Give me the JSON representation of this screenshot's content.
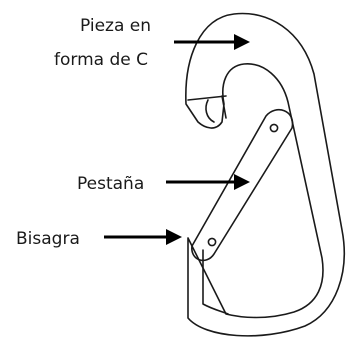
{
  "labels": {
    "c_piece_line1": "Pieza en",
    "c_piece_line2": "forma de C",
    "tab": "Pestaña",
    "hinge": "Bisagra"
  }
}
